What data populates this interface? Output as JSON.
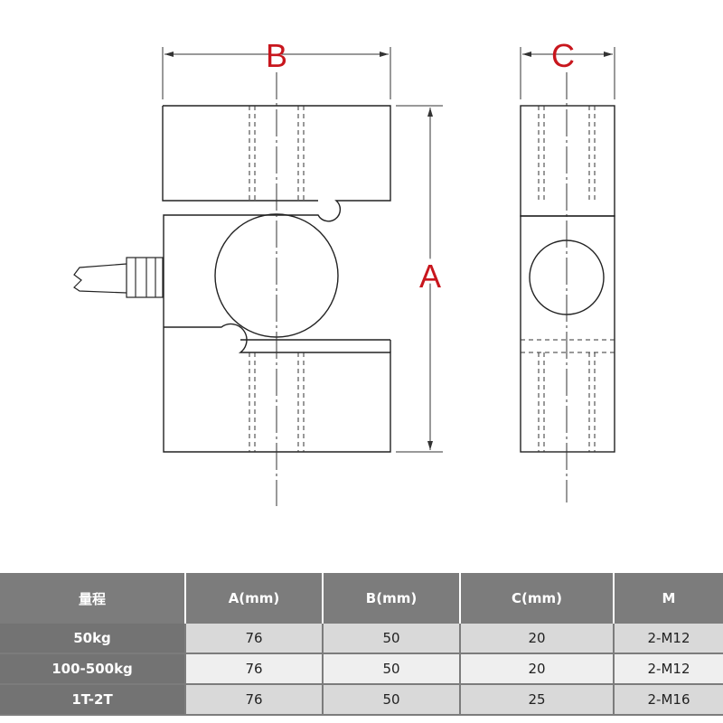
{
  "drawing": {
    "labels": {
      "b": "B",
      "c": "C",
      "a": "A"
    },
    "label_color": "#c8161d"
  },
  "table": {
    "headers": [
      "量程",
      "A(mm)",
      "B(mm)",
      "C(mm)",
      "M"
    ],
    "rows": [
      [
        "50kg",
        "76",
        "50",
        "20",
        "2-M12"
      ],
      [
        "100-500kg",
        "76",
        "50",
        "20",
        "2-M12"
      ],
      [
        "1T-2T",
        "76",
        "50",
        "25",
        "2-M16"
      ]
    ],
    "header_color": "#7c7c7c"
  }
}
